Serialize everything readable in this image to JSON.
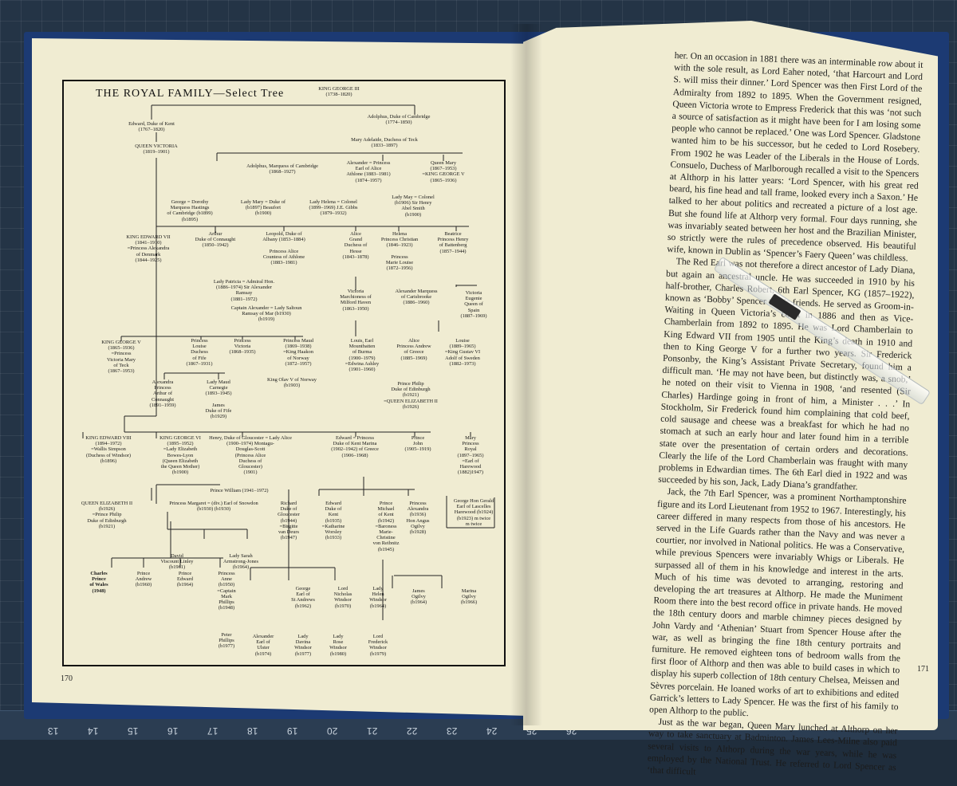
{
  "ruler_numbers": [
    "13",
    "14",
    "15",
    "16",
    "17",
    "18",
    "19",
    "20",
    "21",
    "22",
    "23",
    "24",
    "25",
    "26"
  ],
  "left_page": {
    "title": "THE ROYAL FAMILY—Select Tree",
    "page_number": "170",
    "nodes": [
      {
        "t": "KING GEORGE III\n(1738–1820)"
      },
      {
        "t": "Edward, Duke of Kent\n(1767–1820)"
      },
      {
        "t": "Adolphus, Duke of Cambridge\n(1774–1850)"
      },
      {
        "t": "Mary Adelaide, Duchess of Teck\n(1833–1897)"
      },
      {
        "t": "QUEEN VICTORIA\n(1819–1901)"
      },
      {
        "t": "Adolphus, Marquess of Cambridge\n(1868–1927)"
      },
      {
        "t": "Alexander = Princess\nEarl of Alice\nAthlone (1883–1981)\n(1874–1957)"
      },
      {
        "t": "Queen Mary\n(1867–1953)\n=KING GEORGE V\n(1865–1936)"
      },
      {
        "t": "George = Dorothy\nMarquess Hastings\nof Cambridge (b1899)\n(b1895)"
      },
      {
        "t": "Lady Mary = Duke of\n(b1897) Beaufort\n(b1900)"
      },
      {
        "t": "Lady Helena = Colonel\n(1899–1969) J.E. Gibbs\n(1879–1932)"
      },
      {
        "t": "Lady May = Colonel\n(b1906) Sir Henry\nAbel Smith\n(b1900)"
      },
      {
        "t": "KING EDWARD VII\n(1841–1910)\n=Princess Alexandra\nof Denmark\n(1844–1925)"
      },
      {
        "t": "Arthur\nDuke of Connaught\n(1850–1942)"
      },
      {
        "t": "Leopold, Duke of\nAlbany (1853–1884)\n\nPrincess Alice\nCountess of Athlone\n(1883–1981)"
      },
      {
        "t": "Alice\nGrand\nDuchess of\nHesse\n(1843–1878)"
      },
      {
        "t": "Helena\nPrincess Christian\n(1846–1923)\n\nPrincess\nMarie Louise\n(1872–1956)"
      },
      {
        "t": "Beatrice\nPrincess Henry\nof Battenberg\n(1857–1944)"
      },
      {
        "t": "Lady Patricia = Admiral Hon.\n(1886–1974) Sir Alexander\nRamsay\n(1881–1972)"
      },
      {
        "t": "Captain Alexander = Lady Saltoun\nRamsay of Mar (b1930)\n(b1919)"
      },
      {
        "t": "Victoria\nMarchioness of\nMilford Haven\n(1863–1950)"
      },
      {
        "t": "Alexander Marquess\nof Carisbrooke\n(1886–1960)"
      },
      {
        "t": "Victoria\nEugenie\nQueen of\nSpain\n(1887–1969)"
      },
      {
        "t": "KING GEORGE V\n(1865–1936)\n=Princess\nVictoria Mary\nof Teck\n(1867–1953)"
      },
      {
        "t": "Princess\nLouise\nDuchess\nof Fife\n(1867–1931)"
      },
      {
        "t": "Princess\nVictoria\n(1868–1935)"
      },
      {
        "t": "Princess Maud\n(1869–1938)\n=King Haakon\nof Norway\n(1872–1957)"
      },
      {
        "t": "King Olav V of Norway\n(b1903)"
      },
      {
        "t": "Louis, Earl\nMountbatten\nof Burma\n(1900–1979)\n=Edwina Ashley\n(1901–1960)"
      },
      {
        "t": "Alice\nPrincess Andrew\nof Greece\n(1885–1969)"
      },
      {
        "t": "Louise\n(1889–1965)\n=King Gustav VI\nAdolf of Sweden\n(1882–1973)"
      },
      {
        "t": "Alexandra\nPrincess\nArthur of\nConnaught\n(1891–1959)"
      },
      {
        "t": "Lady Maud\nCarnegie\n(1893–1945)\n\nJames\nDuke of Fife\n(b1929)"
      },
      {
        "t": "Prince Philip\nDuke of Edinburgh\n(b1921)\n=QUEEN ELIZABETH II\n(b1926)"
      },
      {
        "t": "KING EDWARD VIII\n(1894–1972)\n=Wallis Simpson\n(Duchess of Windsor)\n(b1896)"
      },
      {
        "t": "KING GEORGE VI\n(1895–1952)\n=Lady Elizabeth\nBowes-Lyon\n(Queen Elizabeth\nthe Queen Mother)\n(b1900)"
      },
      {
        "t": "Henry, Duke of Gloucester = Lady Alice\n(1900–1974) Montagu-\nDouglas-Scott\n(Princess Alice\nDuchess of\nGloucester)\n(1901)"
      },
      {
        "t": "Edward = Princess\nDuke of Kent Marina\n(1902–1942) of Greece\n(1906–1968)"
      },
      {
        "t": "Prince\nJohn\n(1905–1919)"
      },
      {
        "t": "Mary\nPrincess\nRoyal\n(1897–1965)\n=Earl of\nHarewood\n(1882)1947)"
      },
      {
        "t": "Prince William (1941–1972)"
      },
      {
        "t": "QUEEN ELIZABETH II\n(b1926)\n=Prince Philip\nDuke of Edinburgh\n(b1921)"
      },
      {
        "t": "Princess Margaret = (div.) Earl of Snowdon\n(b1930) (b1930)"
      },
      {
        "t": "Richard\nDuke of\nGloucester\n(b1944)\n=Birgitte\nvan Deurs\n(b1947)"
      },
      {
        "t": "Edward\nDuke of\nKent\n(b1935)\n=Katharine\nWorsley\n(b1933)"
      },
      {
        "t": "Prince\nMichael\nof Kent\n(b1942)\n=Baroness\nMarie-\nChristine\nvon Reibnitz\n(b1945)"
      },
      {
        "t": "Princess\nAlexandra\n(b1936)\nHon Angus\nOgilvy\n(b1928)"
      },
      {
        "t": "George Hon Gerald\nEarl of Lascelles\nHarewood (b1924)\n(b1923) m twice\nm twice"
      },
      {
        "t": "David\nViscount Linley\n(b1961)"
      },
      {
        "t": "Lady Sarah\nArmstrong-Jones\n(b1964)"
      },
      {
        "t": "Charles\nPrince\nof Wales\n(1948)",
        "bold": true
      },
      {
        "t": "Prince\nAndrew\n(b1960)"
      },
      {
        "t": "Prince\nEdward\n(b1964)"
      },
      {
        "t": "Princess\nAnne\n(b1950)\n=Captain\nMark\nPhillips\n(b1948)"
      },
      {
        "t": "Peter\nPhillips\n(b1977)"
      },
      {
        "t": "George\nEarl of\nSt Andrews\n(b1962)"
      },
      {
        "t": "Lord\nNicholas\nWindsor\n(b1970)"
      },
      {
        "t": "Lady\nHelen\nWindsor\n(b1964)"
      },
      {
        "t": "James\nOgilvy\n(b1964)"
      },
      {
        "t": "Marina\nOgilvy\n(b1966)"
      },
      {
        "t": "Alexander\nEarl of\nUlster\n(b1974)"
      },
      {
        "t": "Lady\nDavina\nWindsor\n(b1977)"
      },
      {
        "t": "Lady\nRose\nWindsor\n(b1980)"
      },
      {
        "t": "Lord\nFrederick\nWindsor\n(b1979)"
      }
    ]
  },
  "right_page": {
    "page_number": "171",
    "paragraphs": [
      "her. On an occasion in 1881 there was an interminable row about it with the sole result, as Lord Eaher noted, ‘that Harcourt and Lord S. will miss their dinner.’ Lord Spencer was then First Lord of the Admiralty from 1892 to 1895. When the Government resigned, Queen Victoria wrote to Empress Frederick that this was ‘not such a source of satisfaction as it might have been for I am losing some people who cannot be replaced.’ One was Lord Spencer. Gladstone wanted him to be his successor, but he ceded to Lord Rosebery. From 1902 he was Leader of the Liberals in the House of Lords. Consuelo, Duchess of Marlborough recalled a visit to the Spencers at Althorp in his latter years: ‘Lord Spencer, with his great red beard, his fine head and tall frame, looked every inch a Saxon.’ He talked to her about politics and recreated a picture of a lost age. But she found life at Althorp very formal. Four days running, she was invariably seated between her host and the Brazilian Minister, so strictly were the rules of precedence observed. His beautiful wife, known in Dublin as ‘Spencer’s Faery Queen’ was childless.",
      "The Red Earl was not therefore a direct ancestor of Lady Diana, but again an ancestral uncle. He was succeeded in 1910 by his half-brother, Charles Robert, 6th Earl Spencer, KG (1857–1922), known as ‘Bobby’ Spencer to his friends. He served as Groom-in-Waiting in Queen Victoria’s court in 1886 and then as Vice-Chamberlain from 1892 to 1895. He was Lord Chamberlain to King Edward VII from 1905 until the King’s death in 1910 and then to King George V for a further two years. Sir Frederick Ponsonby, the King’s Assistant Private Secretary, found him a difficult man. ‘He may not have been, but distinctly was, a snob,’ he noted on their visit to Vienna in 1908, ‘and resented (Sir Charles) Hardinge going in front of him, a Minister . . .’ In Stockholm, Sir Frederick found him complaining that cold beef, cold sausage and cheese was a breakfast for which he had no stomach at such an early hour and later found him in a terrible state over the presentation of certain orders and decorations. Clearly the life of the Lord Chamberlain was fraught with many problems in Edwardian times. The 6th Earl died in 1922 and was succeeded by his son, Jack, Lady Diana’s grandfather.",
      "Jack, the 7th Earl Spencer, was a prominent Northamptonshire figure and its Lord Lieutenant from 1952 to 1967. Interestingly, his career differed in many respects from those of his ancestors. He served in the Life Guards rather than the Navy and was never a courtier, nor involved in National politics. He was a Conservative, while previous Spencers were invariably Whigs or Liberals. He surpassed all of them in his knowledge and interest in the arts. Much of his time was devoted to arranging, restoring and developing the art treasures at Althorp. He made the Muniment Room there into the best record office in private hands. He moved the 18th century doors and marble chimney pieces designed by John Vardy and ‘Athenian’ Stuart from Spencer House after the war, as well as bringing the fine 18th century portraits and furniture. He removed eighteen tons of bedroom walls from the first floor of Althorp and then was able to build cases in which to display his superb collection of 18th century Chelsea, Meissen and Sèvres porcelain. He loaned works of art to exhibitions and edited Garrick’s letters to Lady Spencer. He was the first of his family to open Althorp to the public.",
      "Just as the war began, Queen Mary lunched at Althorp on her way to take sanctuary at Badminton. James Lees-Milne also paid several visits to Althorp during the war years, while he was employed by the National Trust. He referred to Lord Spencer as ‘that difficult"
    ]
  }
}
